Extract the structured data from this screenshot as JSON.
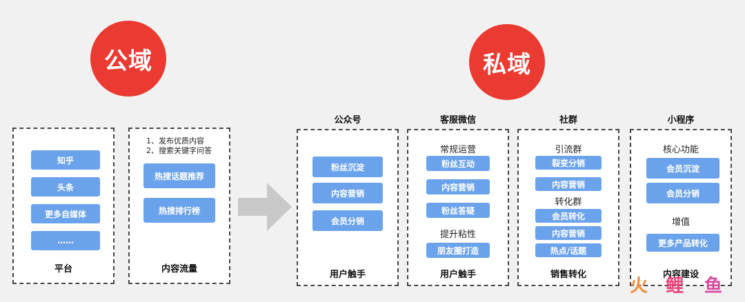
{
  "public_domain": {
    "title": "公域",
    "platform_panel": {
      "items": [
        "知乎",
        "头条",
        "更多自媒体",
        "……"
      ],
      "footer": "平台"
    },
    "content_panel": {
      "notes": [
        "1、发布优质内容",
        "2、搜索关键字问答"
      ],
      "items": [
        "热搜话题推荐",
        "热搜排行榜"
      ],
      "footer": "内容流量"
    }
  },
  "private_domain": {
    "title": "私域",
    "wechat_official": {
      "header": "公众号",
      "items": [
        "粉丝沉淀",
        "内容营销",
        "会员分销"
      ],
      "footer": "用户触手"
    },
    "customer_service": {
      "header": "客服微信",
      "group1_label": "常规运营",
      "group1_items": [
        "粉丝互动",
        "内容营销",
        "粉丝答疑"
      ],
      "group2_label": "提升粘性",
      "group2_items": [
        "朋友圈打造"
      ],
      "footer": "用户触手"
    },
    "community": {
      "header": "社群",
      "group1_label": "引流群",
      "group1_items": [
        "裂变分销",
        "内容营销"
      ],
      "group2_label": "转化群",
      "group2_items": [
        "会员转化",
        "内容营销",
        "热点/话题"
      ],
      "footer": "销售转化"
    },
    "mini_program": {
      "header": "小程序",
      "group1_label": "核心功能",
      "group1_items": [
        "会员沉淀",
        "会员分销"
      ],
      "group2_label": "增值",
      "group2_items": [
        "更多产品转化"
      ],
      "footer": "内容建设"
    }
  },
  "watermark": {
    "part1": "火",
    "part2": "鲤",
    "part3": "鱼"
  },
  "colors": {
    "circle": "#ea3a32",
    "button": "#6aa2ec",
    "arrow": "#c8c8c8"
  }
}
